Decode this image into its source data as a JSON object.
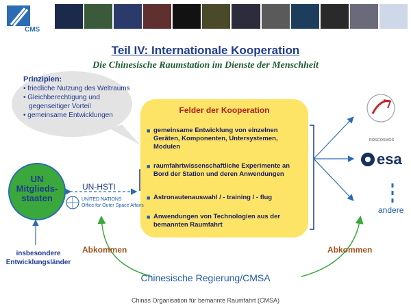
{
  "header": {
    "logo_text": "CMS",
    "photo_colors": [
      "#1b2a4a",
      "#3a5a3a",
      "#2a3a6a",
      "#603030",
      "#121212",
      "#4a4a2a",
      "#2c2c3c",
      "#5a5a5a",
      "#1d3d5d",
      "#2a2a2a",
      "#6a6a7a",
      "#cfd8e8"
    ]
  },
  "title": "Teil IV: Internationale Kooperation",
  "subtitle": "Die Chinesische Raumstation im Dienste der Menschheit",
  "principles": {
    "heading": "Prinzipien:",
    "items": [
      "• friedliche Nutzung des Weltraums",
      "• Gleichberechtigung und gegenseitiger Vorteil",
      "• gemeinsame Entwicklungen"
    ]
  },
  "cooperation": {
    "title": "Felder der Kooperation",
    "items": [
      "gemeinsame Entwicklung von einzelnen Geräten, Komponenten, Untersystemen, Modulen",
      "raumfahrtwissenschaftliche Experimente an Bord der Station und deren Anwendungen",
      "Astronautenauswahl / - training / - flug",
      "Anwendungen von Technologien aus der bemannten Raumfahrt"
    ]
  },
  "un": {
    "circle_label": "UN Mitglieds-staaten",
    "program": "UN-HSTI",
    "office_line1": "UNITED NATIONS",
    "office_line2": "Office for Outer Space Affairs",
    "developing": "insbesondere Entwicklungsländer"
  },
  "partners": {
    "roscosmos": "ROSCOSMOS",
    "esa": "esa",
    "other": "andere"
  },
  "agreements": {
    "left": "Abkommen",
    "right": "Abkommen"
  },
  "government": "Chinesische Regierung/CMSA",
  "footer": "Chinas Organisation für bemannte Raumfahrt (CMSA)",
  "colors": {
    "coop_box": "#fde466",
    "un_circle": "#3aa83a",
    "accent_blue": "#1f3b8f",
    "line_green": "#3aa83a",
    "arrow_blue": "#2b6cb5"
  }
}
